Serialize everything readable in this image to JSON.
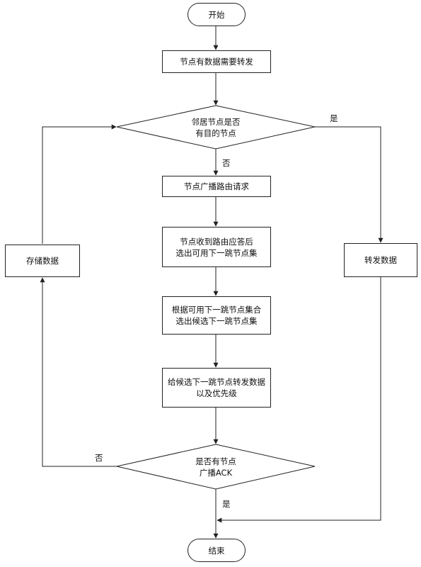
{
  "nodes": {
    "start": "开始",
    "p1": "节点有数据需要转发",
    "d1": "邻居节点是否\n有目的节点",
    "p2": "节点广播路由请求",
    "p3": "节点收到路由应答后\n选出可用下一跳节点集",
    "p4": "根据可用下一跳节点集合\n选出候选下一跳节点集",
    "p5": "给候选下一跳节点转发数据\n以及优先级",
    "d2": "是否有节点\n广播ACK",
    "store": "存储数据",
    "forward": "转发数据",
    "end": "结束"
  },
  "edge_labels": {
    "d1_yes": "是",
    "d1_no": "否",
    "d2_no": "否",
    "d2_yes": "是"
  }
}
